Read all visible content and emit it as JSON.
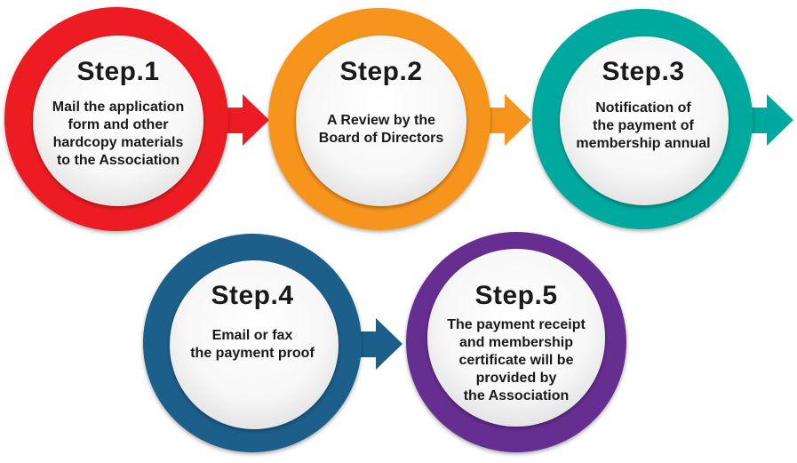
{
  "title": "Membership Application Process",
  "steps": [
    {
      "title": "Step.1",
      "lines": [
        "Mail the application",
        "form and other",
        "hardcopy materials",
        "to the Association"
      ],
      "color": "#ed1c24",
      "arrow_icon": "arrow-right-icon"
    },
    {
      "title": "Step.2",
      "lines": [
        "A Review by the",
        "Board of Directors"
      ],
      "color": "#f7941d",
      "arrow_icon": "arrow-right-icon"
    },
    {
      "title": "Step.3",
      "lines": [
        "Notification of",
        "the payment of",
        "membership annual"
      ],
      "color": "#00a99d",
      "arrow_icon": "arrow-right-icon"
    },
    {
      "title": "Step.4",
      "lines": [
        "Email or fax",
        "the payment proof"
      ],
      "color": "#1b5e8a",
      "arrow_icon": "arrow-right-icon"
    },
    {
      "title": "Step.5",
      "lines": [
        "The payment receipt",
        "and membership",
        "certificate will be",
        "provided by",
        "the Association"
      ],
      "color": "#662d91",
      "arrow_icon": null
    }
  ]
}
